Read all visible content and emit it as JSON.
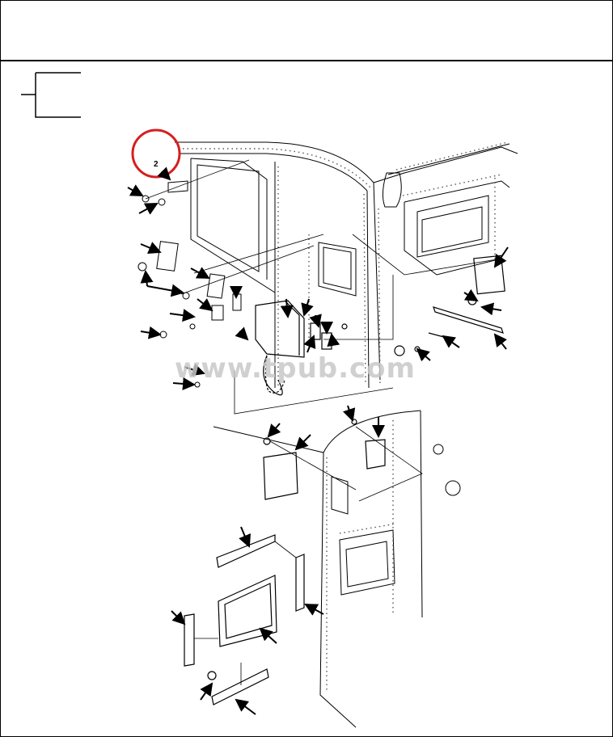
{
  "document": {
    "header": {
      "text": ""
    },
    "callout": {
      "number": "2",
      "highlight_color": "#d42020"
    },
    "watermark": "www.tpub.com"
  },
  "colors": {
    "line": "#000000",
    "dotted": "#555555",
    "watermark": "#c8c8c8"
  },
  "icons": [
    "arrow-icon",
    "bracket-symbol",
    "rivet-dots"
  ]
}
